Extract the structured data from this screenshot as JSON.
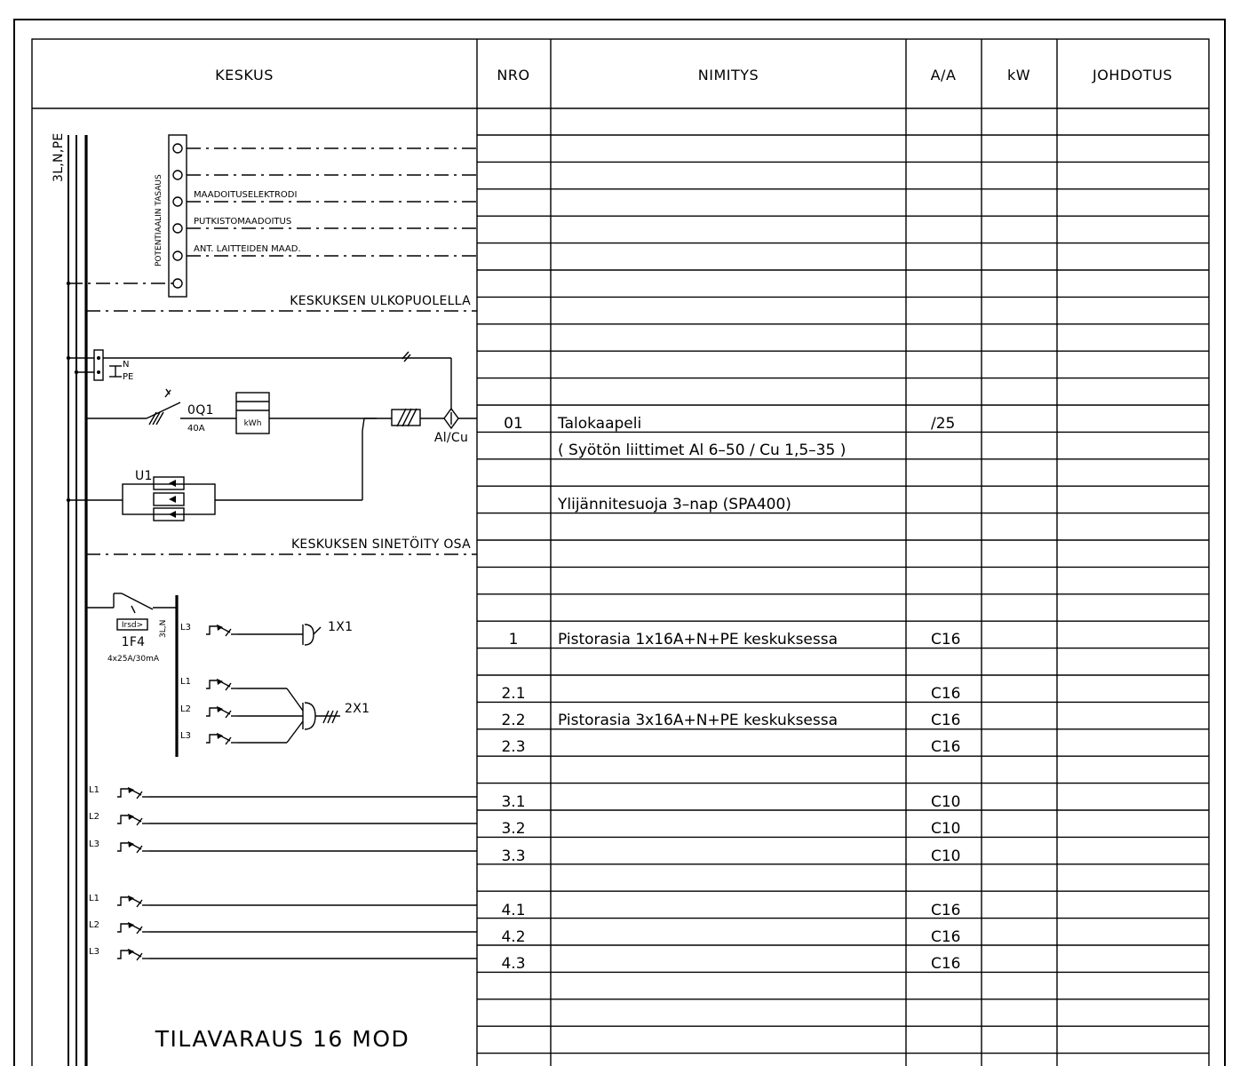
{
  "header": {
    "keskus": "KESKUS",
    "nro": "NRO",
    "nimitys": "NIMITYS",
    "aa": "A/A",
    "kw": "kW",
    "johdotus": "JOHDOTUS"
  },
  "rows": [
    {
      "nro": "01",
      "nimitys": "Talokaapeli",
      "aa": "/25"
    },
    {
      "nro": "",
      "nimitys": "( Syötön liittimet Al 6–50 / Cu 1,5–35 )",
      "aa": ""
    },
    {
      "nro": "",
      "nimitys": "Ylijännitesuoja 3–nap (SPA400)",
      "aa": ""
    },
    {
      "nro": "1",
      "nimitys": "Pistorasia 1x16A+N+PE keskuksessa",
      "aa": "C16"
    },
    {
      "nro": "2.1",
      "nimitys": "",
      "aa": "C16"
    },
    {
      "nro": "2.2",
      "nimitys": "Pistorasia 3x16A+N+PE keskuksessa",
      "aa": "C16"
    },
    {
      "nro": "2.3",
      "nimitys": "",
      "aa": "C16"
    },
    {
      "nro": "3.1",
      "nimitys": "",
      "aa": "C10"
    },
    {
      "nro": "3.2",
      "nimitys": "",
      "aa": "C10"
    },
    {
      "nro": "3.3",
      "nimitys": "",
      "aa": "C10"
    },
    {
      "nro": "4.1",
      "nimitys": "",
      "aa": "C16"
    },
    {
      "nro": "4.2",
      "nimitys": "",
      "aa": "C16"
    },
    {
      "nro": "4.3",
      "nimitys": "",
      "aa": "C16"
    }
  ],
  "diagram": {
    "bus_label": "3L,N,PE",
    "pe_bar_label": "POTENTIAALIN TASAUS",
    "earth_maadoituselektrodi": "MAADOITUSELEKTRODI",
    "earth_putkisto": "PUTKISTOMAADOITUS",
    "earth_ant": "ANT. LAITTEIDEN MAAD.",
    "zone_outside": "KESKUKSEN ULKOPUOLELLA",
    "npe_n": "N",
    "npe_pe": "PE",
    "main_switch": "0Q1",
    "main_switch_rating": "40A",
    "meter": "kWh",
    "terminal": "Al/Cu",
    "surge": "U1",
    "zone_sealed": "KESKUKSEN SINETÖITY OSA",
    "rcbo_sym": "Irsd>",
    "rcbo_bus": "3L,N",
    "rcbo": "1F4",
    "rcbo_rating": "4x25A/30mA",
    "socket1": "1X1",
    "socket2": "2X1",
    "phase_l1": "L1",
    "phase_l2": "L2",
    "phase_l3": "L3",
    "reserve": "TILAVARAUS 16 MOD"
  },
  "colors": {
    "line": "#000000",
    "background": "#ffffff"
  }
}
